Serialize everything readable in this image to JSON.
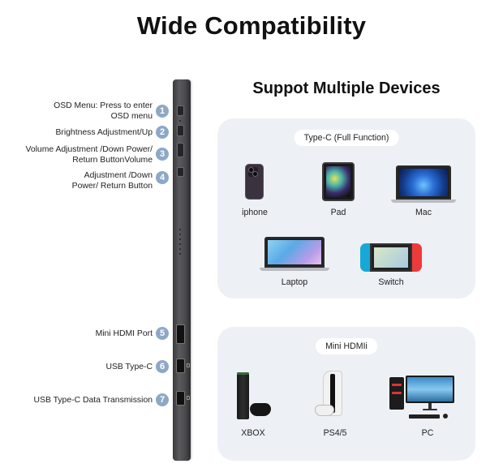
{
  "title": "Wide Compatibility",
  "subtitle": "Suppot Multiple Devices",
  "callouts": [
    {
      "num": "1",
      "lines": [
        "OSD Menu: Press to enter",
        "OSD menu"
      ]
    },
    {
      "num": "2",
      "lines": [
        "Brightness Adjustment/Up"
      ]
    },
    {
      "num": "3",
      "lines": [
        "Volume Adjustment /Down Power/",
        "Return ButtonVolume"
      ]
    },
    {
      "num": "4",
      "lines": [
        "Adjustment /Down",
        "Power/ Return Button"
      ]
    },
    {
      "num": "5",
      "lines": [
        "Mini HDMI Port"
      ]
    },
    {
      "num": "6",
      "lines": [
        "USB Type-C"
      ]
    },
    {
      "num": "7",
      "lines": [
        "USB Type-C Data Transmission"
      ]
    }
  ],
  "typec_panel": {
    "tag": "Type-C (Full Function)",
    "devices": [
      "iphone",
      "Pad",
      "Mac",
      "Laptop",
      "Switch"
    ]
  },
  "hdmi_panel": {
    "tag": "Mini HDMIi",
    "devices": [
      "XBOX",
      "PS4/5",
      "PC"
    ]
  },
  "colors": {
    "badge": "#8da8c6",
    "panel_bg": "#edf1f5",
    "monitor": "#4a4a4d"
  },
  "icons": [
    "iphone-icon",
    "tablet-icon",
    "macbook-icon",
    "laptop-icon",
    "nintendo-switch-icon",
    "xbox-icon",
    "playstation-icon",
    "desktop-pc-icon"
  ]
}
